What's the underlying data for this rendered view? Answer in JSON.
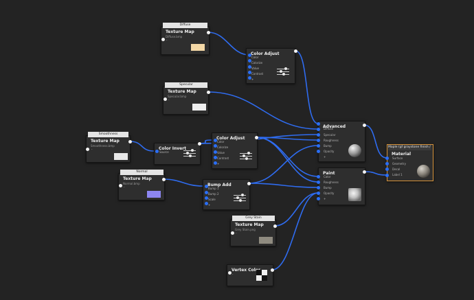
{
  "nodes": {
    "tm_diffuse": {
      "tag": "Diffuse",
      "title": "Texture Map",
      "file": "Diffuse.bmp",
      "swatch": "#f3d8a6"
    },
    "ca1": {
      "title": "Color Adjust",
      "rows": [
        "Color",
        "Colorize",
        "Value",
        "Contrast",
        "+"
      ]
    },
    "tm_specular": {
      "tag": "Specular",
      "title": "Texture Map",
      "file": "Specular.bmp",
      "swatch": "#eeeeee"
    },
    "tm_smoothness": {
      "tag": "Smoothness",
      "title": "Texture Map",
      "file": "Smoothness.bmp",
      "swatch": "#e8e8e8"
    },
    "color_invert": {
      "title": "Color Invert",
      "rows": [
        "Source"
      ]
    },
    "ca2": {
      "title": "Color Adjust",
      "rows": [
        "Color",
        "Colorize",
        "Value",
        "Contrast",
        "+"
      ]
    },
    "advanced": {
      "title": "Advanced",
      "rows": [
        "Diffuse",
        "Specular",
        "Roughness",
        "Bump",
        "Opacity",
        "+"
      ]
    },
    "material": {
      "tag": "Maple (gf graystone finish / g...",
      "title": "Material",
      "rows": [
        "Surface",
        "Geometry",
        "Decal",
        "Label 1"
      ]
    },
    "tm_normal": {
      "tag": "Normal",
      "title": "Texture Map",
      "file": "Normal.bmp",
      "swatch": "#8d86f2"
    },
    "bump_add": {
      "title": "Bump Add",
      "rows": [
        "Bump 1",
        "Bump 2",
        "Scale",
        "+"
      ]
    },
    "paint": {
      "title": "Paint",
      "rows": [
        "Color",
        "Roughness",
        "Bump",
        "Opacity",
        "+"
      ]
    },
    "tm_grey": {
      "tag": "Grey Stain",
      "title": "Texture Map",
      "file": "Grey Stain.png",
      "swatch": "#8f8b80"
    },
    "vertex_color": {
      "title": "Vertex Color"
    }
  },
  "colors": {
    "wire": "#2f6cf0",
    "background": "#232323",
    "selected": "#d8943c"
  }
}
